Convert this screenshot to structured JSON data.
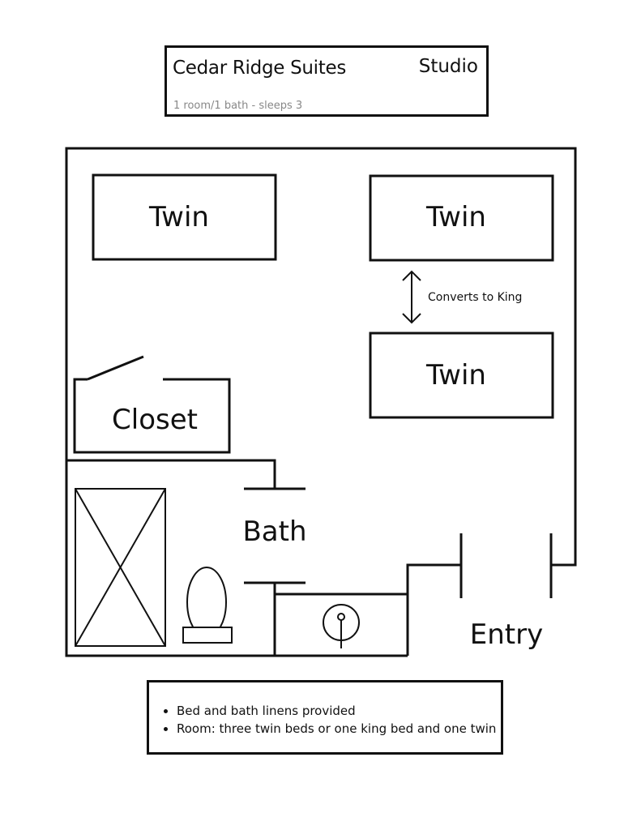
{
  "header": {
    "property_name": "Cedar Ridge Suites",
    "unit_type": "Studio",
    "summary": "1 room/1 bath - sleeps 3"
  },
  "plan": {
    "beds": [
      "Twin",
      "Twin",
      "Twin"
    ],
    "convert_note": "Converts to King",
    "closet_label": "Closet",
    "bath_label": "Bath",
    "entry_label": "Entry"
  },
  "notes": {
    "items": [
      "Bed and bath linens provided",
      "Room: three twin beds or one king bed and one twin"
    ]
  }
}
